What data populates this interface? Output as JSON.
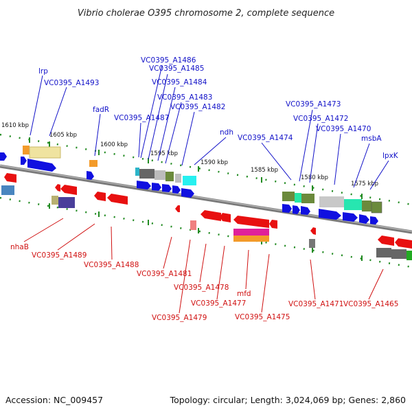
{
  "title": "Vibrio cholerae O395 chromosome 2, complete sequence",
  "footer": {
    "accession": "Accession: NC_009457",
    "summary": "Topology: circular; Length: 3,024,069 bp; Genes: 2,860"
  },
  "colors": {
    "forward": "#1010e0",
    "reverse": "#e81010",
    "backbone": "#888888",
    "tick": "#228b22",
    "label_top": "#1010c8",
    "label_bottom": "#d01010"
  },
  "scale_labels": [
    "1610 kbp",
    "1605 kbp",
    "1600 kbp",
    "1595 kbp",
    "1590 kbp",
    "1585 kbp",
    "1580 kbp",
    "1575 kbp"
  ],
  "top_labels": [
    "lrp",
    "VC0395_A1493",
    "fadR",
    "VC0395_A1486",
    "VC0395_A1485",
    "VC0395_A1484",
    "VC0395_A1483",
    "VC0395_A1487",
    "VC0395_A1482",
    "ndh",
    "VC0395_A1474",
    "VC0395_A1473",
    "VC0395_A1472",
    "VC0395_A1470",
    "msbA",
    "lpxK"
  ],
  "bottom_labels": [
    "nhaB",
    "VC0395_A1489",
    "VC0395_A1488",
    "VC0395_A1481",
    "VC0395_A1478",
    "VC0395_A1477",
    "mfd",
    "VC0395_A1479",
    "VC0395_A1475",
    "VC0395_A1471",
    "VC0395_A1465"
  ]
}
